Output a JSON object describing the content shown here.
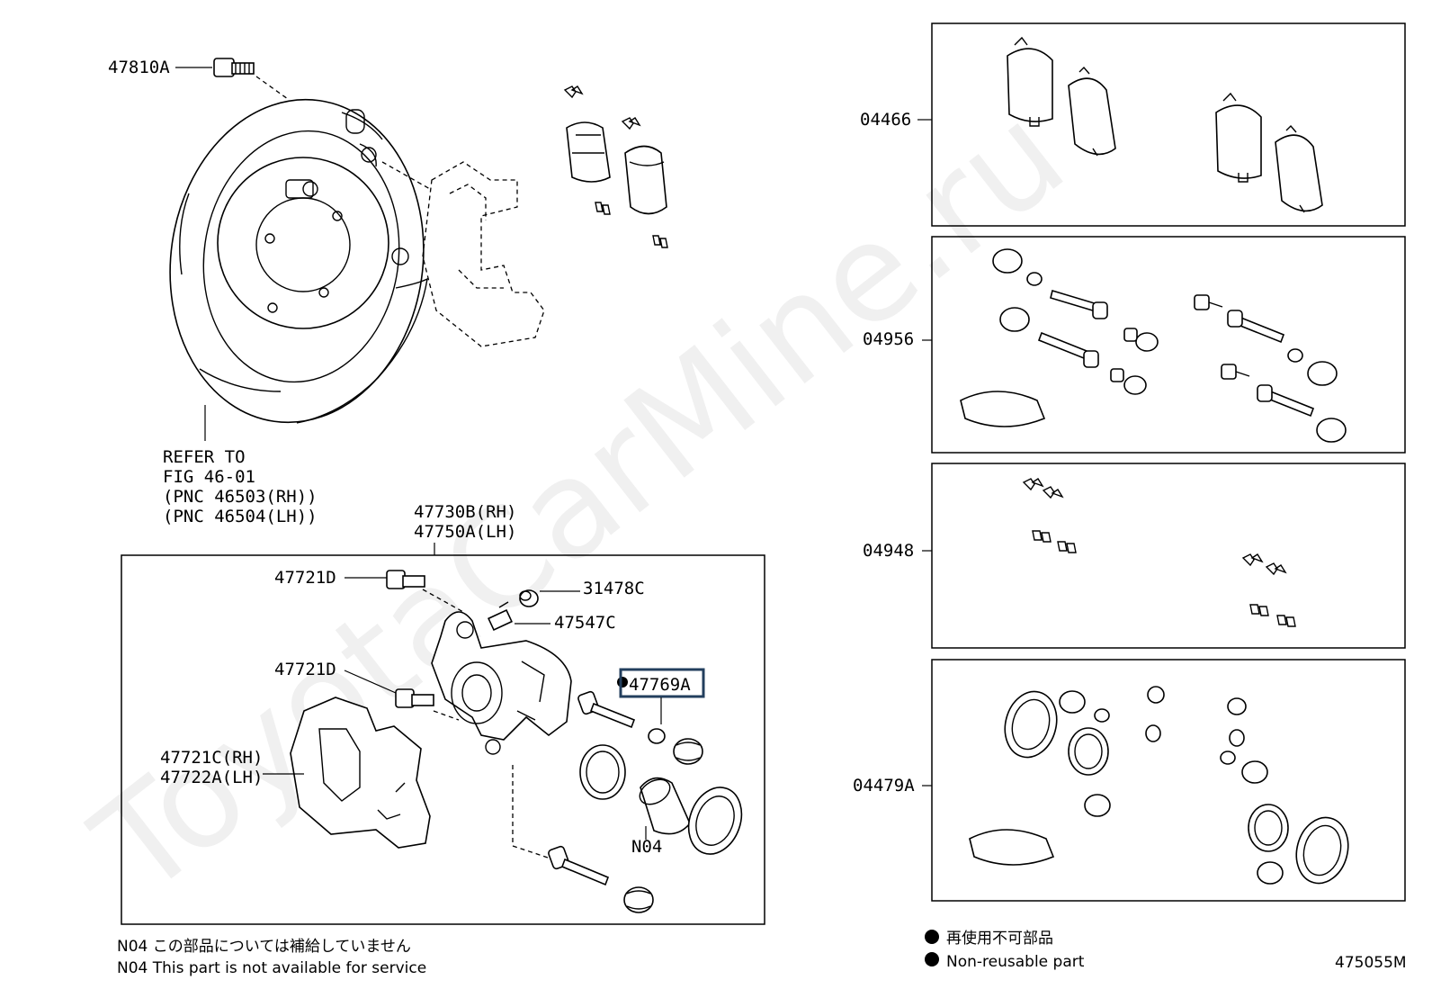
{
  "labels": {
    "l47810A": "47810A",
    "refer1": "REFER TO",
    "refer2": "FIG 46-01",
    "refer3": "(PNC 46503(RH))",
    "refer4": "(PNC 46504(LH))",
    "l47730B": "47730B(RH)",
    "l47750A": "47750A(LH)",
    "l47721D_top": "47721D",
    "l31478C": "31478C",
    "l47547C": "47547C",
    "l47721D_mid": "47721D",
    "l47769A": "47769A",
    "l47721C": "47721C(RH)",
    "l47722A": "47722A(LH)",
    "lN04": "N04",
    "l04466": "04466",
    "l04956": "04956",
    "l04948": "04948",
    "l04479A": "04479A"
  },
  "notes": {
    "n04_jp": "N04 この部品については補給していません",
    "n04_en": "N04 This part is not available for service",
    "legend_jp": "再使用不可部品",
    "legend_en": "Non-reusable part",
    "figure_id": "475055M"
  },
  "watermark": "ToyotaCarMine.ru",
  "colors": {
    "highlight": "#233f5e",
    "ink": "#000000"
  }
}
